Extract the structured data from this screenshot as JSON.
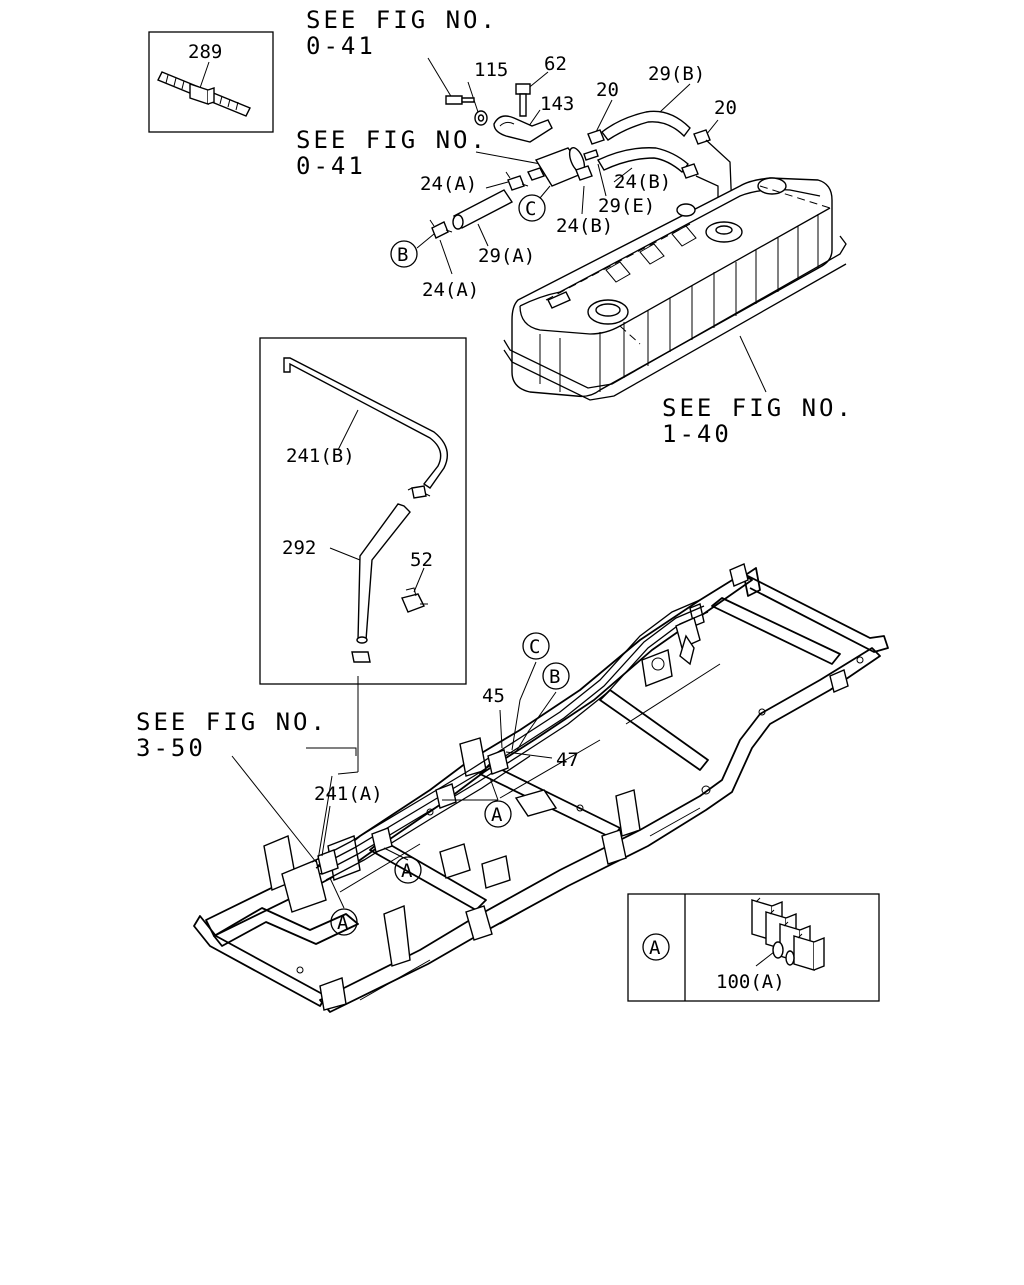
{
  "references": {
    "fig_0_41_top_l1": "SEE FIG NO.",
    "fig_0_41_top_l2": "0-41",
    "fig_0_41_mid_l1": "SEE FIG NO.",
    "fig_0_41_mid_l2": "0-41",
    "fig_1_40_l1": "SEE FIG NO.",
    "fig_1_40_l2": "1-40",
    "fig_3_50_l1": "SEE FIG NO.",
    "fig_3_50_l2": "3-50"
  },
  "parts": {
    "p289": "289",
    "p115": "115",
    "p62": "62",
    "p143": "143",
    "p20a": "20",
    "p20b": "20",
    "p29b": "29(B)",
    "p24a_top": "24(A)",
    "p24b_right": "24(B)",
    "p29e": "29(E)",
    "p24b_mid": "24(B)",
    "p29a": "29(A)",
    "p24a_bottom": "24(A)",
    "p241b": "241(B)",
    "p292": "292",
    "p52": "52",
    "p45": "45",
    "p47": "47",
    "p241a": "241(A)",
    "p100a": "100(A)"
  },
  "callouts": {
    "b_tank": "B",
    "c_tank": "C",
    "c_frame": "C",
    "b_frame": "B",
    "a1": "A",
    "a2": "A",
    "a3": "A",
    "a_detail": "A"
  }
}
